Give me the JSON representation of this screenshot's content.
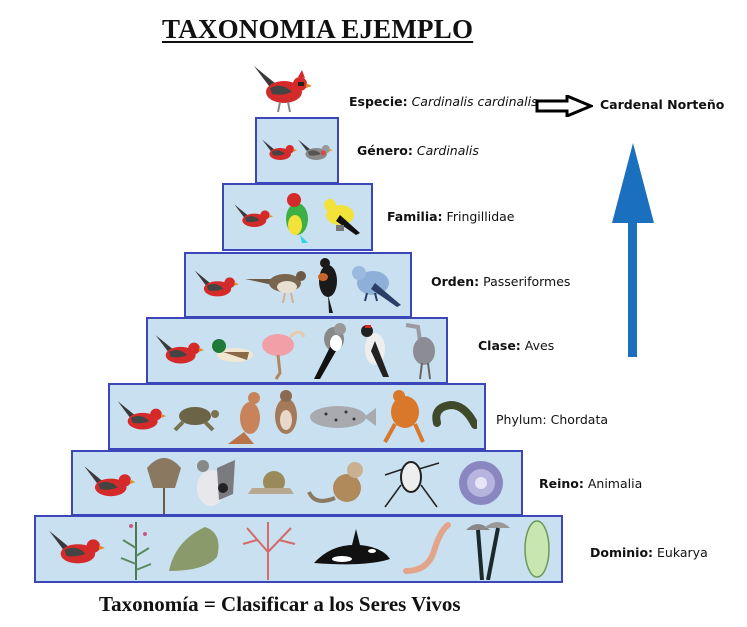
{
  "title": "TAXONOMIA EJEMPLO",
  "footer": "Taxonomía = Clasificar a los Seres Vivos",
  "common_name": "Cardenal Norteño",
  "colors": {
    "box_fill": "#c9e0f1",
    "box_border": "#3b46b8",
    "up_arrow": "#1a6fbf",
    "cardinal": "#d42a2a"
  },
  "levels": [
    {
      "rank": "Especie:",
      "value": "Cardinalis cardinalis",
      "italic": true,
      "organisms": [
        "northern-cardinal"
      ]
    },
    {
      "rank": "Género:",
      "value": "Cardinalis",
      "italic": true,
      "organisms": [
        "northern-cardinal",
        "pyrrhuloxia"
      ]
    },
    {
      "rank": "Familia:",
      "value": "Fringillidae",
      "italic": false,
      "organisms": [
        "northern-cardinal",
        "green-finch",
        "american-goldfinch"
      ]
    },
    {
      "rank": "Orden:",
      "value": "Passeriformes",
      "italic": false,
      "organisms": [
        "northern-cardinal",
        "thrush",
        "red-winged-blackbird",
        "blue-warbler"
      ]
    },
    {
      "rank": "Clase:",
      "value": "Aves",
      "italic": false,
      "organisms": [
        "northern-cardinal",
        "mallard-duck",
        "roseate-spoonbill",
        "shrike",
        "woodpecker",
        "heron"
      ]
    },
    {
      "rank": "Phylum:",
      "value": "Chordata",
      "italic": false,
      "organisms": [
        "northern-cardinal",
        "sea-turtle",
        "kangaroo",
        "hawk",
        "grouper-fish",
        "frog",
        "salamander"
      ]
    },
    {
      "rank": "Reino:",
      "value": "Animalia",
      "italic": false,
      "organisms": [
        "northern-cardinal",
        "horseshoe-crab",
        "sage-grouse",
        "snail",
        "squirrel-monkey",
        "beetle",
        "sea-anemone"
      ]
    },
    {
      "rank": "Dominio:",
      "value": "Eukarya",
      "italic": false,
      "organisms": [
        "northern-cardinal",
        "plant",
        "fungus-bracket",
        "red-algae",
        "orca",
        "earthworm",
        "mushrooms",
        "paramecium"
      ]
    }
  ]
}
